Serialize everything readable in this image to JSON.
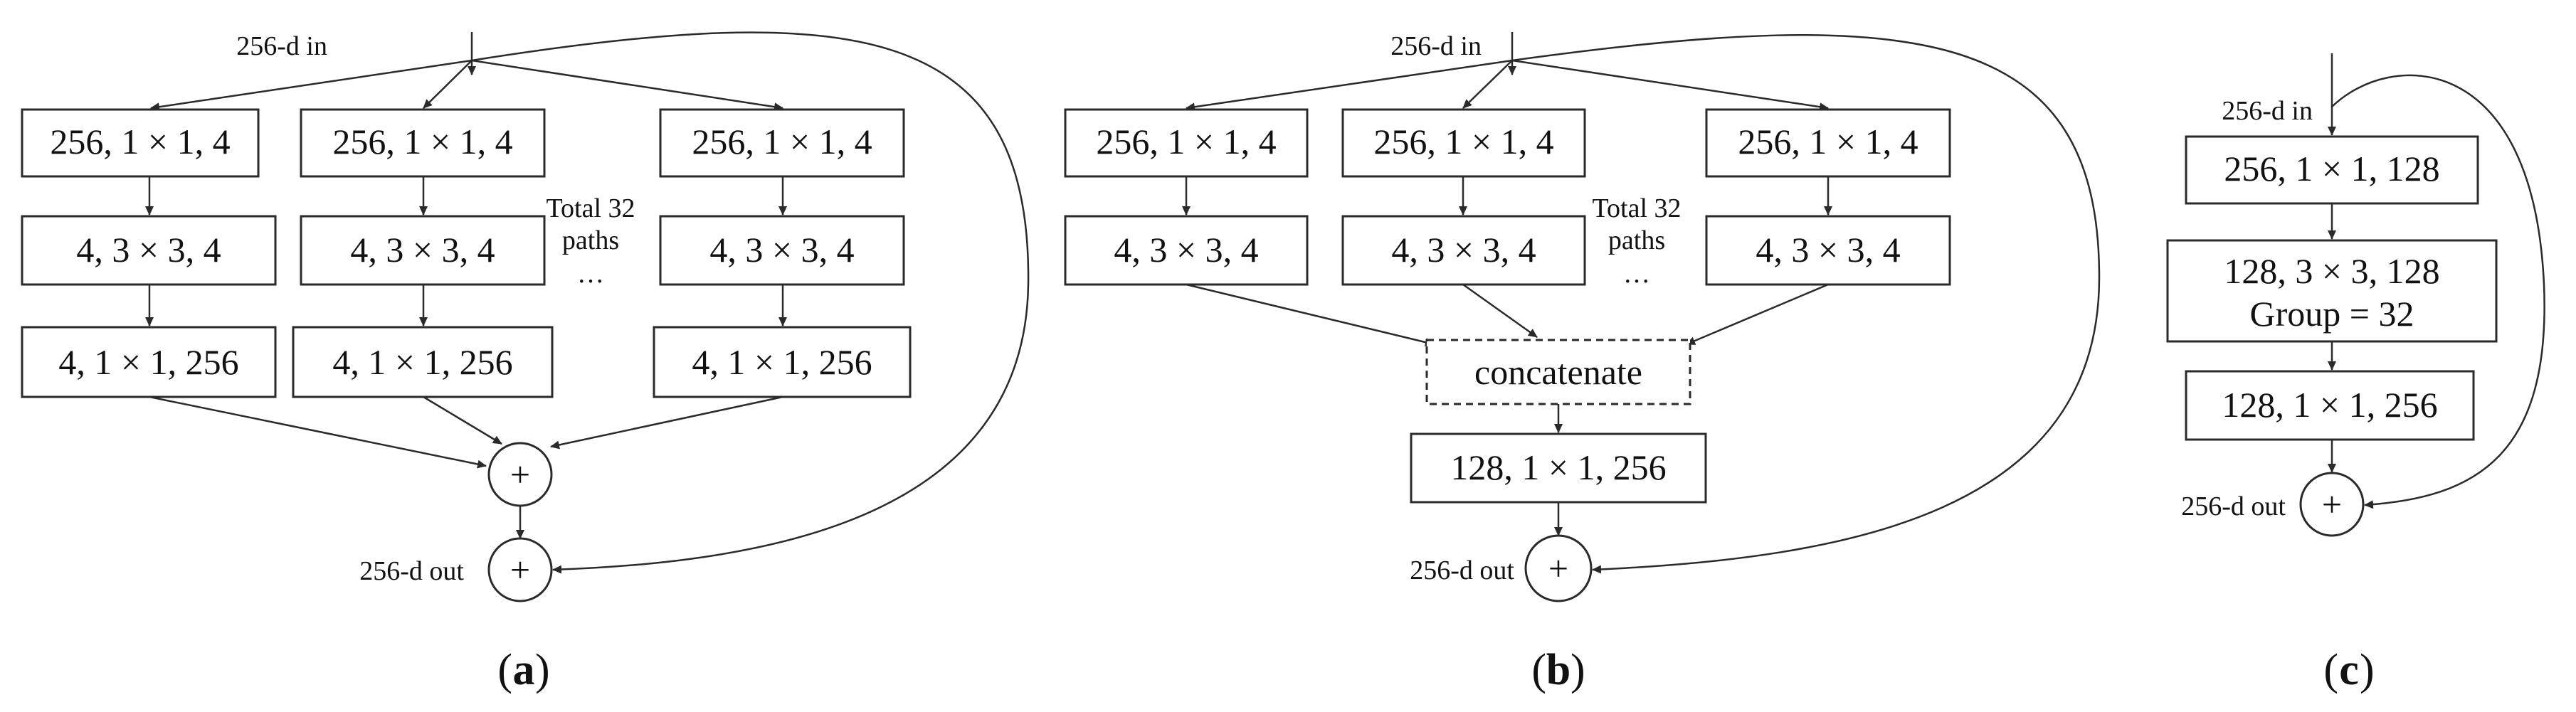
{
  "colors": {
    "stroke": "#2a2a2a",
    "text": "#111111",
    "background": "#ffffff"
  },
  "panel_a": {
    "caption_letter": "a",
    "input_label": "256-d in",
    "output_label": "256-d out",
    "total_paths_line1": "Total 32",
    "total_paths_line2": "paths",
    "ellipsis": "…",
    "sum_symbol": "+",
    "paths": [
      {
        "layer1": "256, 1 × 1, 4",
        "layer2": "4, 3 × 3,  4",
        "layer3": "4, 1 × 1,  256"
      },
      {
        "layer1": "256,  1 × 1, 4",
        "layer2": "4, 3 × 3,  4",
        "layer3": "4, 1 × 1,  256"
      },
      {
        "layer1": "256,  1 × 1, 4",
        "layer2": "4, 3 × 3,  4",
        "layer3": "4, 1 × 1,  256"
      }
    ]
  },
  "panel_b": {
    "caption_letter": "b",
    "input_label": "256-d in",
    "output_label": "256-d out",
    "total_paths_line1": "Total 32",
    "total_paths_line2": "paths",
    "ellipsis": "…",
    "sum_symbol": "+",
    "paths": [
      {
        "layer1": "256, 1 × 1, 4",
        "layer2": "4, 3 × 3,  4"
      },
      {
        "layer1": "256,  1 × 1, 4",
        "layer2": "4, 3 × 3,  4"
      },
      {
        "layer1": "256,  1 × 1, 4",
        "layer2": "4, 3 × 3,  4"
      }
    ],
    "concat_label": "concatenate",
    "final_layer": "128, 1 × 1,  256"
  },
  "panel_c": {
    "caption_letter": "c",
    "input_label": "256-d in",
    "output_label": "256-d out",
    "sum_symbol": "+",
    "layer1": "256,  1 × 1, 128",
    "layer2_line1": "128, 3 × 3, 128",
    "layer2_line2": "Group = 32",
    "layer3": "128, 1 × 1,  256"
  }
}
